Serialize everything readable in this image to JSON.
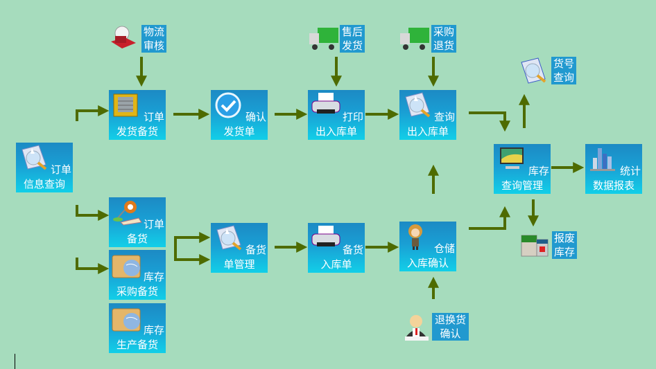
{
  "colors": {
    "background": "#a6dcbd",
    "arrow": "#4e6b00",
    "tile_top": "#1c8ac4",
    "tile_bottom": "#12cfe8",
    "tag": "#2199cf"
  },
  "nodes": {
    "order_info_query": {
      "line1": "订单",
      "line2": "信息查询",
      "icon": "magnifier-document-icon"
    },
    "order_ship_stock": {
      "line1": "订单",
      "line2": "发货备货",
      "icon": "container-icon"
    },
    "confirm_ship": {
      "line1": "确认",
      "line2": "发货单",
      "icon": "checkmark-icon"
    },
    "print_io": {
      "line1": "打印",
      "line2": "出入库单",
      "icon": "printer-icon"
    },
    "query_io": {
      "line1": "查询",
      "line2": "出入库单",
      "icon": "magnifier-document-icon"
    },
    "inventory_query_mgmt": {
      "line1": "库存",
      "line2": "查询管理",
      "icon": "computer-icon"
    },
    "stats_report": {
      "line1": "统计",
      "line2": "数据报表",
      "icon": "bar-chart-icon"
    },
    "order_stock": {
      "line1": "订单",
      "line2": "备货",
      "icon": "desk-lamp-book-icon"
    },
    "inventory_purchase": {
      "line1": "库存",
      "line2": "采购备货",
      "icon": "folder-globe-icon"
    },
    "inventory_production": {
      "line1": "库存",
      "line2": "生产备货",
      "icon": "folder-globe-icon"
    },
    "stock_order_mgmt": {
      "line1": "备货",
      "line2": "单管理",
      "icon": "magnifier-document-icon"
    },
    "stock_in_order": {
      "line1": "备货",
      "line2": "入库单",
      "icon": "printer-icon"
    },
    "warehouse_confirm": {
      "line1": "仓储",
      "line2": "入库确认",
      "icon": "person-icon"
    }
  },
  "aux": {
    "logistics_audit": {
      "line1": "物流",
      "line2": "审核",
      "icon": "audit-magnifier-icon"
    },
    "after_sale_ship": {
      "line1": "售后",
      "line2": "发货",
      "icon": "truck-icon"
    },
    "purchase_return": {
      "line1": "采购",
      "line2": "退货",
      "icon": "truck-icon"
    },
    "item_no_query": {
      "line1": "货号",
      "line2": "查询",
      "icon": "magnifier-document-icon"
    },
    "scrap_inventory": {
      "line1": "报废",
      "line2": "库存",
      "icon": "paint-cans-icon"
    },
    "return_exchange_confirm": {
      "line1": "退换货",
      "line2": "确认",
      "icon": "clerk-icon"
    }
  }
}
